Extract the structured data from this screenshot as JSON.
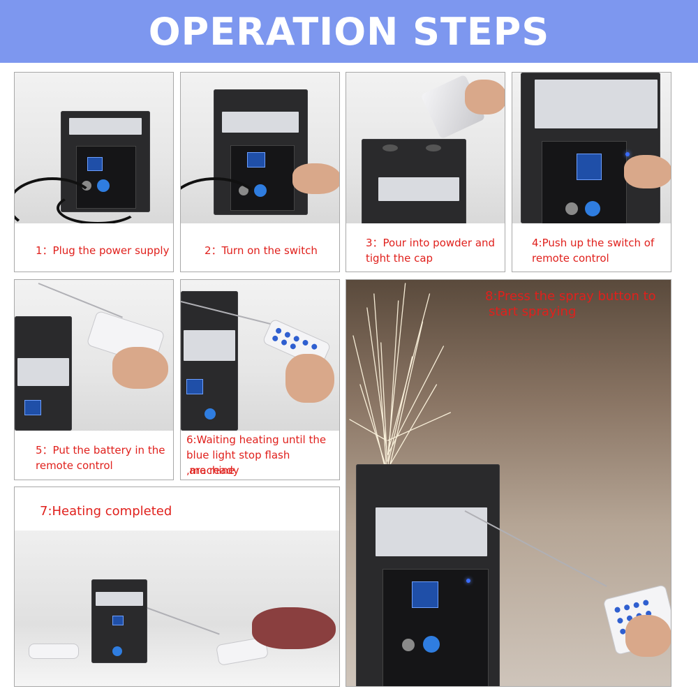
{
  "banner": {
    "title": "OPERATION STEPS"
  },
  "steps": [
    {
      "caption": "1：Plug the power supply"
    },
    {
      "caption": "2：Turn on the switch"
    },
    {
      "caption_line1": "3：Pour into powder and",
      "caption_line2": "tight the cap"
    },
    {
      "caption_line1": "4:Push up the switch of",
      "caption_line2": "remote control"
    },
    {
      "caption_line1": "5：Put the battery in the",
      "caption_line2": "remote control"
    },
    {
      "caption_line1": "6:Waiting heating until the",
      "caption_line2": "blue light stop flash ,machine",
      "caption_line3": "are ready"
    },
    {
      "caption": "7:Heating completed"
    },
    {
      "caption_line1": "8:Press the spray button to",
      "caption_line2": "start spraying"
    }
  ],
  "colors": {
    "banner": "#7d97ef",
    "caption": "#e0201c",
    "panel_border": "#a8a8a8"
  }
}
